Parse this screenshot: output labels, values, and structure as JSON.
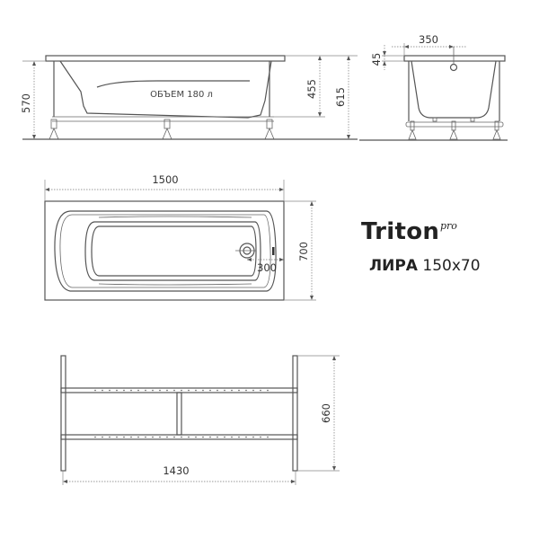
{
  "brand": {
    "name": "Triton",
    "suffix": "pro"
  },
  "model": {
    "name": "ЛИРА",
    "size": "150x70"
  },
  "side_view": {
    "volume_label": "ОБЪЕМ 180 л",
    "dimensions": {
      "total_height_with_legs": "570",
      "depth_inner": "455",
      "total_height": "615"
    }
  },
  "end_view": {
    "dimensions": {
      "drain_offset": "350",
      "rim_thickness": "45"
    }
  },
  "top_view": {
    "dimensions": {
      "length": "1500",
      "width": "700",
      "drain_from_edge": "300"
    }
  },
  "frame_view": {
    "dimensions": {
      "length": "1430",
      "width": "660"
    }
  },
  "colors": {
    "line": "#555555",
    "text": "#222222",
    "background": "#ffffff"
  }
}
